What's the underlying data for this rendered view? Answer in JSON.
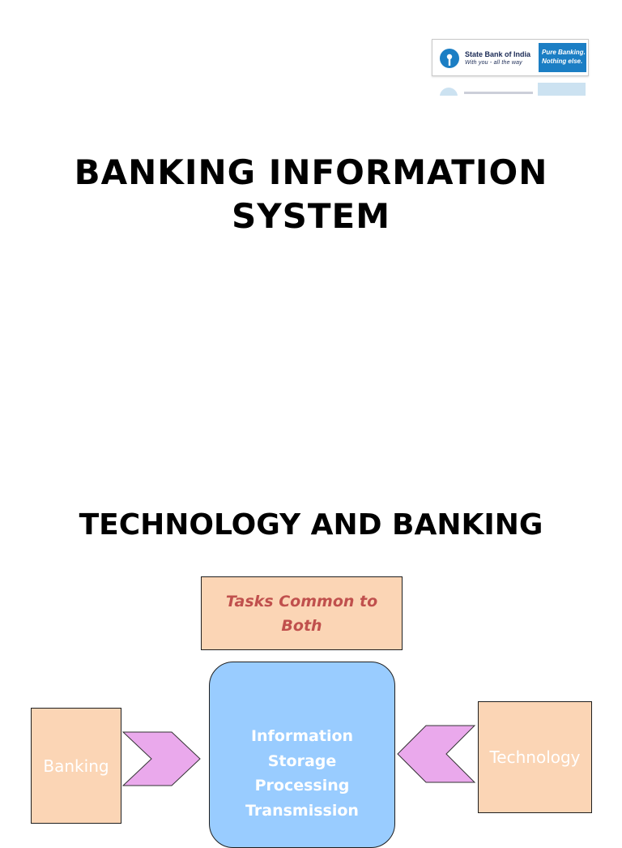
{
  "logo": {
    "bank_name": "State Bank of India",
    "tagline": "With you - all the way",
    "slogan_line1": "Pure Banking.",
    "slogan_line2": "Nothing else.",
    "brand_color": "#1b7ec4",
    "icon": "sbi-emblem-icon"
  },
  "title": {
    "line1": "BANKING INFORMATION",
    "line2": "SYSTEM"
  },
  "section": {
    "title": "TECHNOLOGY AND BANKING"
  },
  "diagram": {
    "top_box": {
      "line1": "Tasks Common to",
      "line2": "Both",
      "text_color": "#c0504d",
      "fill": "#fbd5b5"
    },
    "left_box": {
      "label": "Banking",
      "fill": "#fbd5b5"
    },
    "right_box": {
      "label": "Technology",
      "fill": "#fbd5b5"
    },
    "center_box": {
      "items": [
        "Information",
        "Storage",
        "Processing",
        "Transmission"
      ],
      "fill": "#99ccff"
    },
    "arrow_color": "#eaa9ec",
    "arrows": [
      "right-chevron-icon",
      "left-chevron-icon"
    ]
  }
}
